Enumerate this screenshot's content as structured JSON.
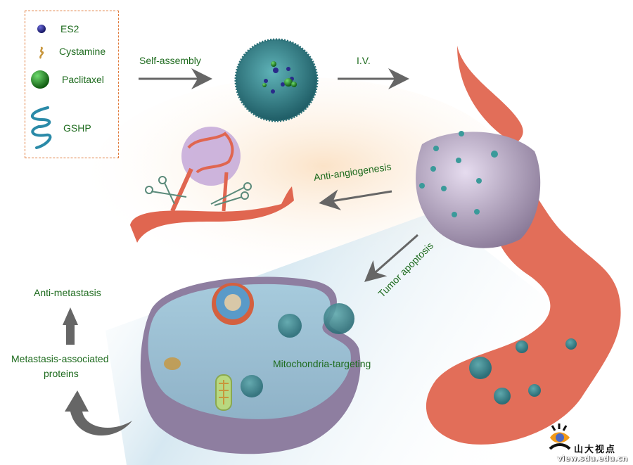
{
  "legend": {
    "items": [
      {
        "label": "ES2",
        "icon": "blue-sphere-icon",
        "color": "#2a2a8a"
      },
      {
        "label": "Cystamine",
        "icon": "cystamine-molecule-icon",
        "color": "#c8963c"
      },
      {
        "label": "Paclitaxel",
        "icon": "green-sphere-icon",
        "color": "#1e8a1e"
      },
      {
        "label": "GSHP",
        "icon": "helix-icon",
        "color": "#2a8aa8"
      }
    ]
  },
  "steps": {
    "self_assembly": "Self-assembly",
    "iv": "I.V.",
    "anti_angiogenesis": "Anti-angiogenesis",
    "tumor_apoptosis": "Tumor apoptosis",
    "mitochondria_targeting": "Mitochondria-targeting",
    "metastasis_proteins_line1": "Metastasis-associated",
    "metastasis_proteins_line2": "proteins",
    "anti_metastasis": "Anti-metastasis"
  },
  "watermark": {
    "name": "山大视点",
    "url": "view.sdu.edu.cn"
  },
  "colors": {
    "label_text": "#1e6b1e",
    "arrow": "#666666",
    "vessel": "#e06650",
    "nanoparticle": "#2f8a8f",
    "tumor": "#c8b8d8",
    "legend_border": "#e07a3a"
  }
}
